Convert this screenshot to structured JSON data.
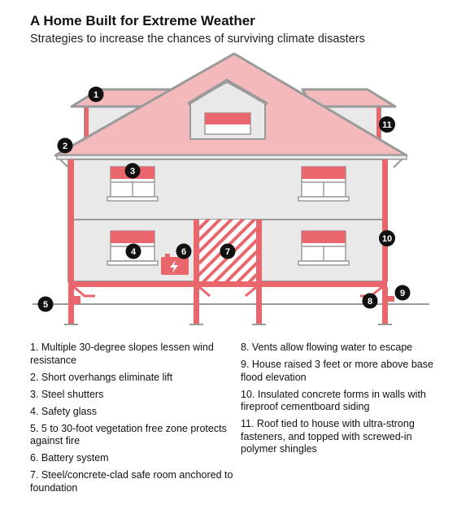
{
  "header": {
    "title": "A Home Built for Extreme Weather",
    "subtitle": "Strategies to increase the chances of surviving climate disasters"
  },
  "colors": {
    "roof": "#f3b9bb",
    "accent": "#e8666c",
    "wall": "#e9e9e9",
    "outline": "#9a9a9a",
    "badge": "#111111"
  },
  "badges": [
    "1",
    "2",
    "3",
    "4",
    "5",
    "6",
    "7",
    "8",
    "9",
    "10",
    "11"
  ],
  "legend": [
    "1. Multiple 30-degree slopes lessen wind resistance",
    "2. Short overhangs eliminate lift",
    "3. Steel shutters",
    "4. Safety glass",
    "5. 5 to 30-foot vegetation free zone protects against fire",
    "6. Battery system",
    "7. Steel/concrete-clad safe room anchored to foundation",
    "8. Vents allow flowing water to escape",
    "9. House raised 3 feet or more above base flood elevation",
    "10. Insulated concrete forms in walls with fireproof cementboard siding",
    "11. Roof tied to house with ultra-strong fasteners, and topped with screwed-in polymer shingles"
  ]
}
